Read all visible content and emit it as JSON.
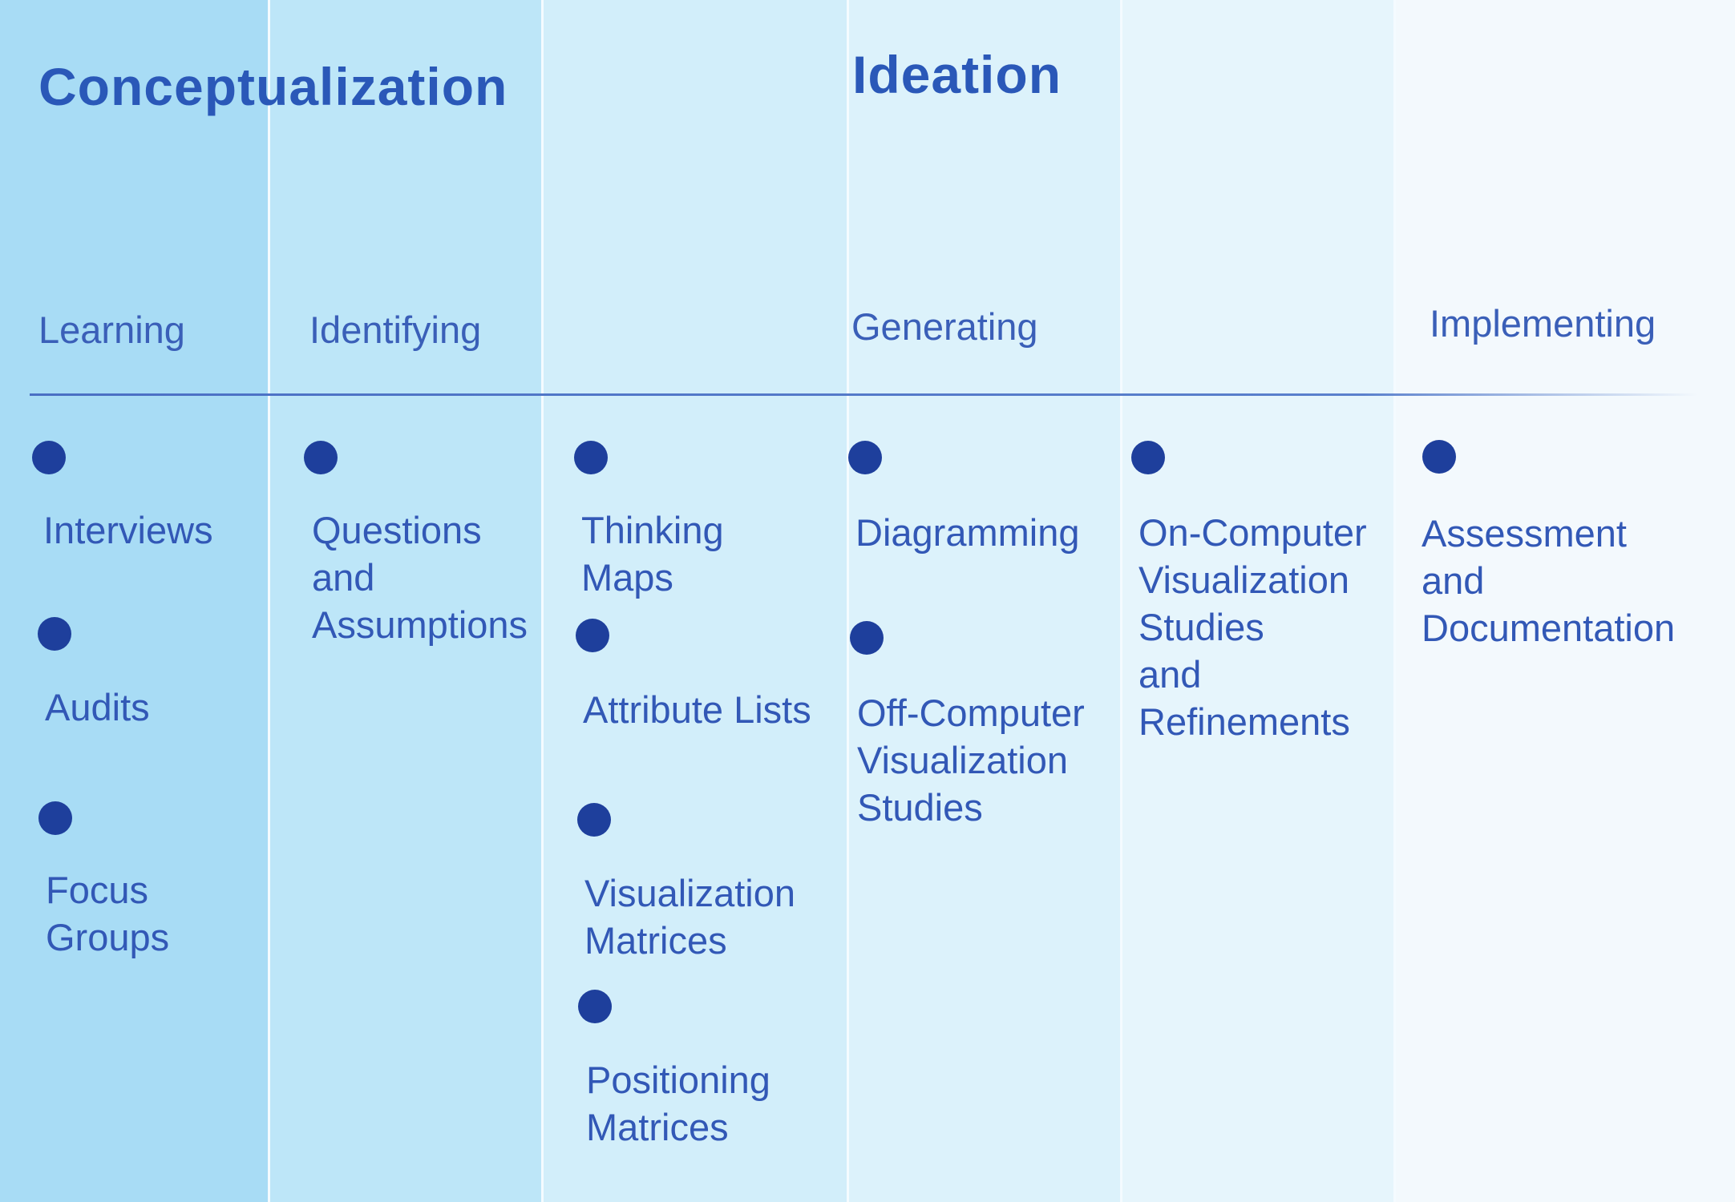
{
  "phases": {
    "conceptualization": "Conceptualization",
    "ideation": "Ideation"
  },
  "stages": {
    "learning": "Learning",
    "identifying": "Identifying",
    "generating": "Generating",
    "implementing": "Implementing"
  },
  "items": {
    "interviews": "Interviews",
    "audits": "Audits",
    "focus_groups": "Focus\nGroups",
    "questions_assumptions": "Questions\nand\nAssumptions",
    "thinking_maps": "Thinking\nMaps",
    "attribute_lists": "Attribute Lists",
    "visualization_matrices": "Visualization\nMatrices",
    "positioning_matrices": "Positioning\nMatrices",
    "diagramming": "Diagramming",
    "off_computer": "Off-Computer\nVisualization\nStudies",
    "on_computer": "On-Computer\nVisualization\nStudies\nand\nRefinements",
    "assessment": "Assessment\nand\nDocumentation"
  }
}
